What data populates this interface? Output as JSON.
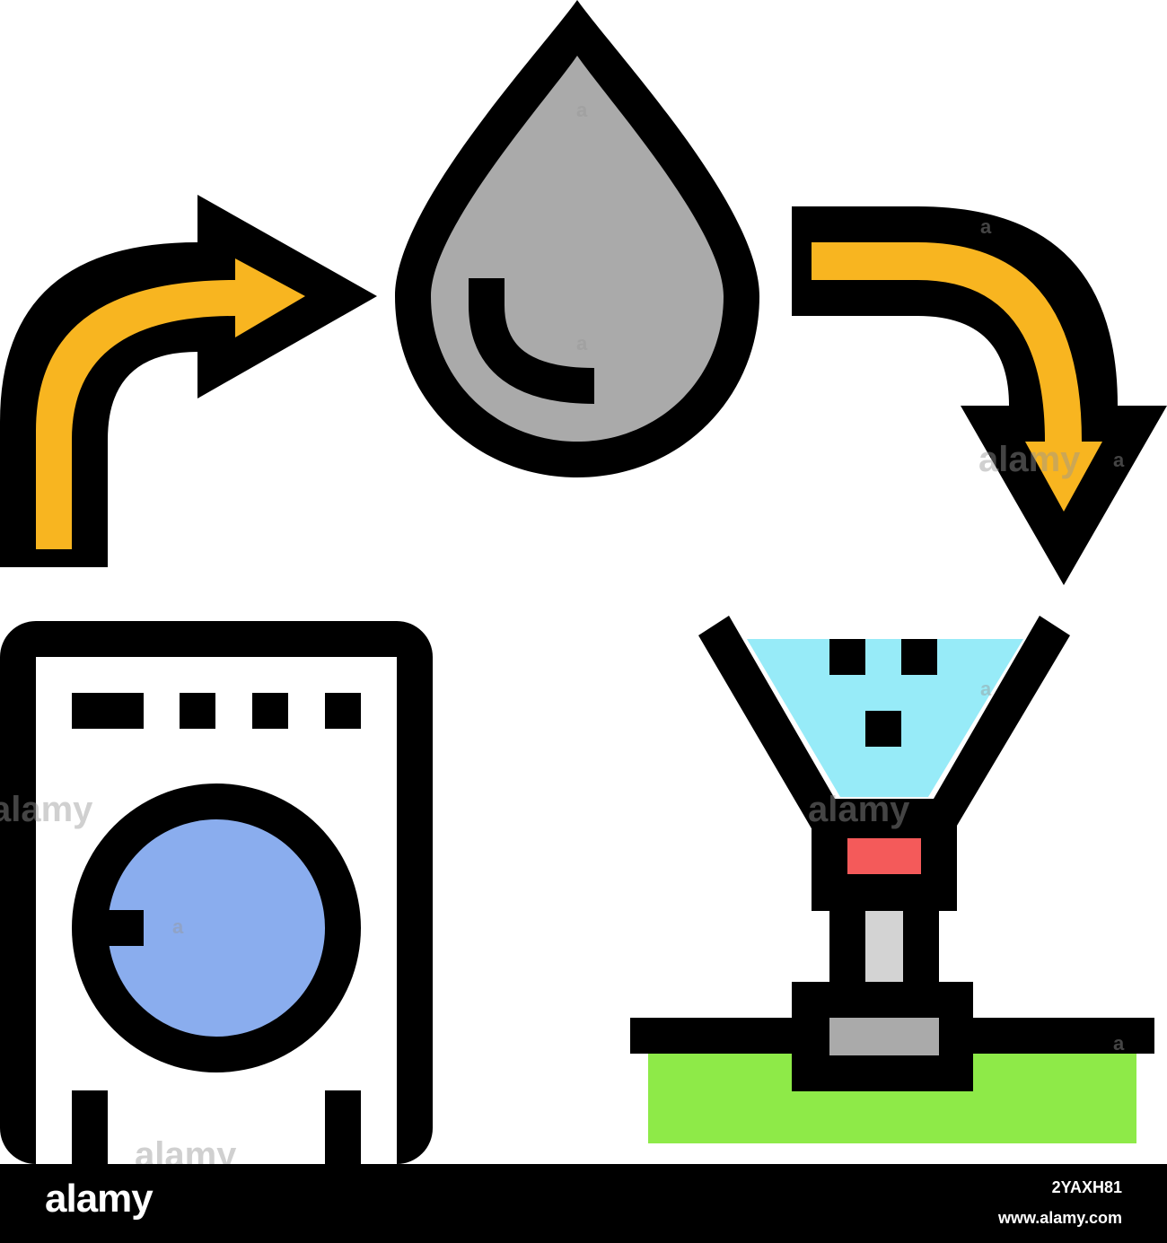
{
  "icons": {
    "washing_machine": "washing-machine-icon",
    "water_drop": "water-drop-icon",
    "funnel_filter": "funnel-filter-icon",
    "arrow_left": "curved-arrow-up-right-icon",
    "arrow_right": "curved-arrow-down-right-icon"
  },
  "colors": {
    "outline": "#000000",
    "arrow": "#F8B520",
    "drop": "#AAAAAA",
    "drum": "#8AADEE",
    "water": "#97EBF8",
    "valve": "#F45A5A",
    "pipe": "#D3D3D3",
    "connector": "#AAAAAA",
    "grass": "#8EEA48"
  },
  "watermark": {
    "mark": "a",
    "brand_small": "alamy",
    "brand_big": "alamy"
  },
  "footer": {
    "logo": "alamy",
    "image_id": "2YAXH81",
    "site": "www.alamy.com"
  }
}
